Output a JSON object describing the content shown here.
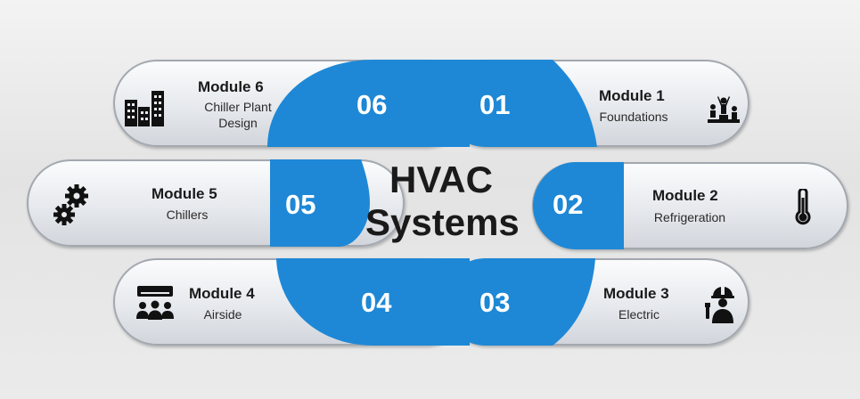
{
  "center": {
    "line1": "HVAC",
    "line2": "Systems"
  },
  "accent_color": "#1e88d6",
  "modules": [
    {
      "number": "01",
      "title": "Module 1",
      "subtitle_lines": [
        "Foundations"
      ],
      "icon": "people-celebrating-icon"
    },
    {
      "number": "02",
      "title": "Module 2",
      "subtitle_lines": [
        "Refrigeration"
      ],
      "icon": "thermometer-icon"
    },
    {
      "number": "03",
      "title": "Module 3",
      "subtitle_lines": [
        "Electric"
      ],
      "icon": "electrician-worker-icon"
    },
    {
      "number": "04",
      "title": "Module 4",
      "subtitle_lines": [
        "Airside"
      ],
      "icon": "air-conditioner-people-icon"
    },
    {
      "number": "05",
      "title": "Module 5",
      "subtitle_lines": [
        "Chillers"
      ],
      "icon": "gears-icon"
    },
    {
      "number": "06",
      "title": "Module 6",
      "subtitle_lines": [
        "Chiller Plant",
        "Design"
      ],
      "icon": "buildings-icon"
    }
  ]
}
